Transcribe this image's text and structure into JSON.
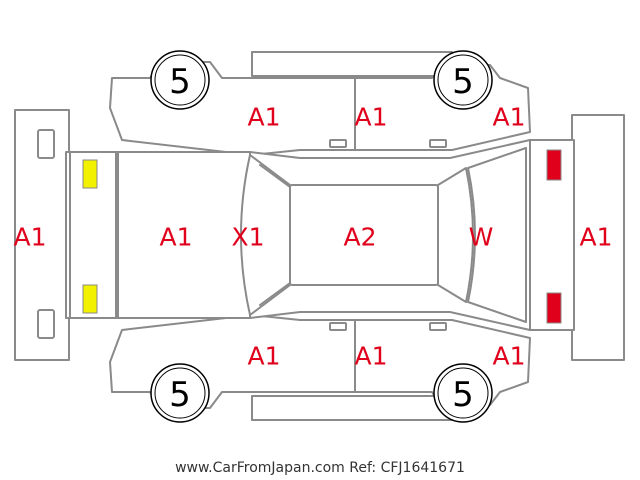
{
  "codes": {
    "rear_bumper": "A1",
    "trunk_lid": "A1",
    "rear_glass": "X1",
    "roof": "A2",
    "windshield": "W",
    "front_bumper": "A1",
    "left_rear_quarter": "A1",
    "left_rear_door": "A1",
    "left_front_fender": "A1",
    "right_rear_quarter": "A1",
    "right_rear_door": "A1",
    "right_front_fender": "A1"
  },
  "tires": {
    "top_rear": "5",
    "top_front": "5",
    "bottom_rear": "5",
    "bottom_front": "5"
  },
  "footer": "www.CarFromJapan.com Ref: CFJ1641671",
  "colors": {
    "code_text": "#e0001b",
    "outline": "#8a8a8a",
    "rear_lamp": "#f2f200",
    "front_lamp": "#e0001b"
  }
}
